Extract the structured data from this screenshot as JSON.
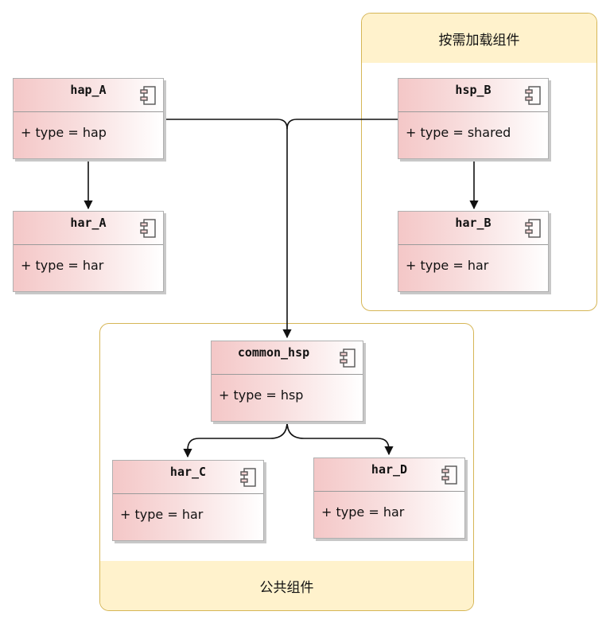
{
  "groups": {
    "on_demand": {
      "label": "按需加载组件"
    },
    "common": {
      "label": "公共组件"
    }
  },
  "components": {
    "hap_a": {
      "name": "hap_A",
      "attr": "+ type = hap"
    },
    "har_a": {
      "name": "har_A",
      "attr": "+ type = har"
    },
    "hsp_b": {
      "name": "hsp_B",
      "attr": "+ type = shared"
    },
    "har_b": {
      "name": "har_B",
      "attr": "+ type = har"
    },
    "common_hsp": {
      "name": "common_hsp",
      "attr": "+ type = hsp"
    },
    "har_c": {
      "name": "har_C",
      "attr": "+ type = har"
    },
    "har_d": {
      "name": "har_D",
      "attr": "+ type = har"
    }
  },
  "icons": {
    "component": "uml-component-icon"
  },
  "colors": {
    "group_border": "#d6b656",
    "group_fill": "#fff2cc",
    "component_fill_start": "#f4c7c7",
    "edge": "#111111"
  }
}
